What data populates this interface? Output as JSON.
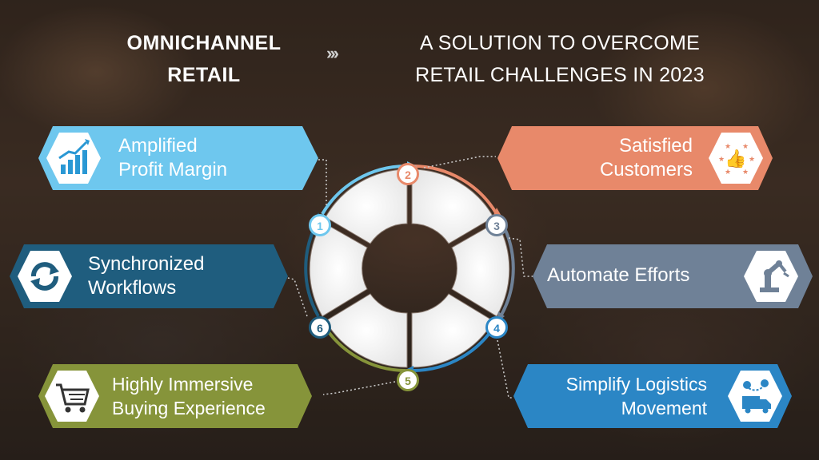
{
  "header": {
    "title_left_line1": "OMNICHANNEL",
    "title_left_line2": "RETAIL",
    "arrows": "›››",
    "title_right_line1": "A SOLUTION TO OVERCOME",
    "title_right_line2": "RETAIL CHALLENGES IN 2023"
  },
  "items": [
    {
      "number": "1",
      "line1": "Amplified",
      "line2": "Profit Margin",
      "color": "#6ec7ee",
      "icon": "growth-chart-icon"
    },
    {
      "number": "2",
      "line1": "Satisfied",
      "line2": "Customers",
      "color": "#e8896a",
      "icon": "thumbs-up-stars-icon"
    },
    {
      "number": "3",
      "line1": "Automate Efforts",
      "line2": "",
      "color": "#6f8197",
      "icon": "robot-arm-icon"
    },
    {
      "number": "4",
      "line1": "Simplify Logistics",
      "line2": "Movement",
      "color": "#2b86c5",
      "icon": "delivery-truck-icon"
    },
    {
      "number": "5",
      "line1": "Highly Immersive",
      "line2": "Buying Experience",
      "color": "#86943a",
      "icon": "shopping-cart-icon"
    },
    {
      "number": "6",
      "line1": "Synchronized",
      "line2": "Workflows",
      "color": "#1f5d7e",
      "icon": "sync-arrows-icon"
    }
  ]
}
